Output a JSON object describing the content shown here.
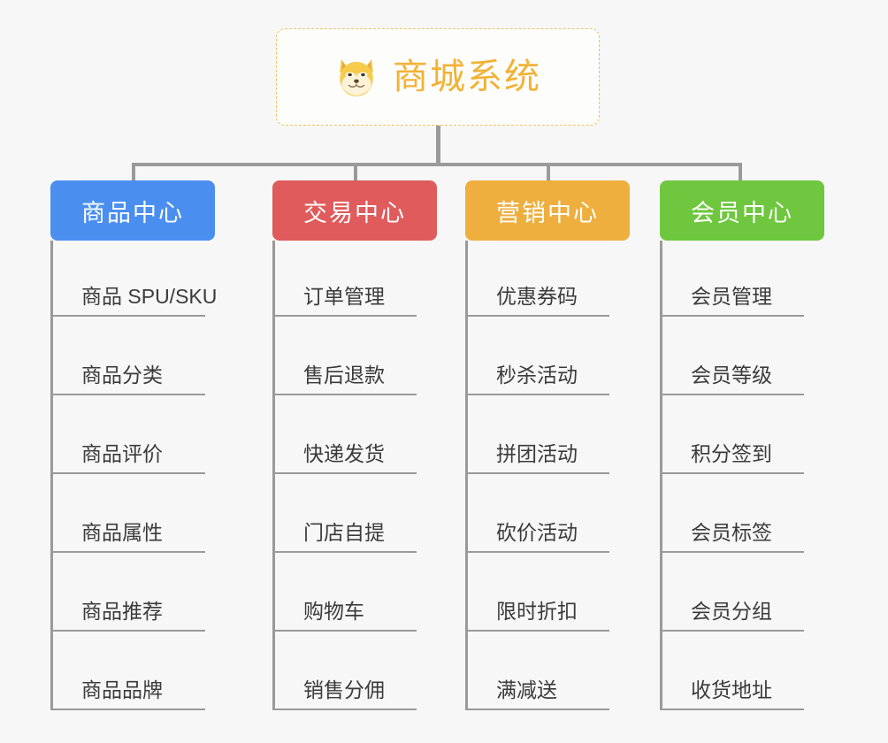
{
  "root": {
    "title": "商城系统",
    "icon": "shiba-dog-icon",
    "text_color": "#f2b235",
    "border_color": "#f0c060"
  },
  "connector_color": "#9a9a9a",
  "background": "#f7f7f7",
  "branches": [
    {
      "label": "商品中心",
      "color": "#4a8ff0",
      "items": [
        "商品 SPU/SKU",
        "商品分类",
        "商品评价",
        "商品属性",
        "商品推荐",
        "商品品牌"
      ]
    },
    {
      "label": "交易中心",
      "color": "#e05b5b",
      "items": [
        "订单管理",
        "售后退款",
        "快递发货",
        "门店自提",
        "购物车",
        "销售分佣"
      ]
    },
    {
      "label": "营销中心",
      "color": "#eeaf3f",
      "items": [
        "优惠券码",
        "秒杀活动",
        "拼团活动",
        "砍价活动",
        "限时折扣",
        "满减送"
      ]
    },
    {
      "label": "会员中心",
      "color": "#6ec73e",
      "items": [
        "会员管理",
        "会员等级",
        "积分签到",
        "会员标签",
        "会员分组",
        "收货地址"
      ]
    }
  ]
}
